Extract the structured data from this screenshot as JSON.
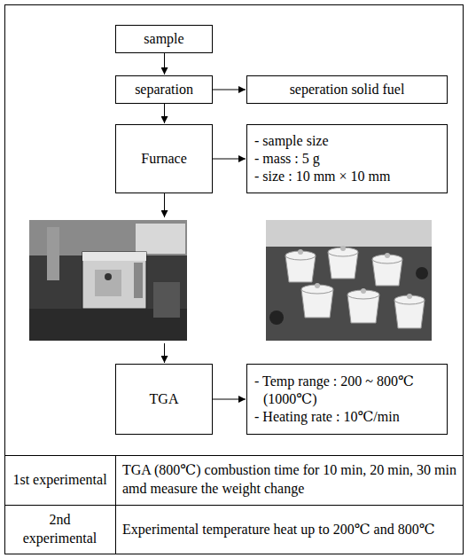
{
  "diagram": {
    "nodes": [
      {
        "text": [
          "sample"
        ]
      },
      {
        "text": [
          "separation"
        ]
      },
      {
        "text": [
          "seperation solid fuel"
        ]
      },
      {
        "text": [
          "Furnace"
        ]
      },
      {
        "text": [
          "- sample size",
          "- mass : 5 g",
          "- size : 10 mm × 10 mm"
        ]
      },
      {
        "text": [
          "TGA"
        ]
      },
      {
        "text": [
          "- Temp range : 200 ~ 800℃ (1000℃)",
          "- Heating rate : 10℃/min"
        ]
      }
    ],
    "edges": [
      {
        "from": 0,
        "to": 1,
        "arrow": "to"
      },
      {
        "from": 1,
        "to": 2,
        "arrow": "to"
      },
      {
        "from": 1,
        "to": 3,
        "arrow": "to"
      },
      {
        "from": 3,
        "to": 4,
        "arrow": "to"
      },
      {
        "from": 3,
        "to": 5,
        "arrow": "to"
      },
      {
        "from": 5,
        "to": 6,
        "arrow": "to"
      }
    ],
    "labels": [
      "1st experimental",
      "TGA (800℃) combustion time for 10 min, 20 min, 30 min amd measure the weight change",
      "2nd experimental",
      "Experimental temperature heat up to 200℃ and 800℃"
    ]
  }
}
